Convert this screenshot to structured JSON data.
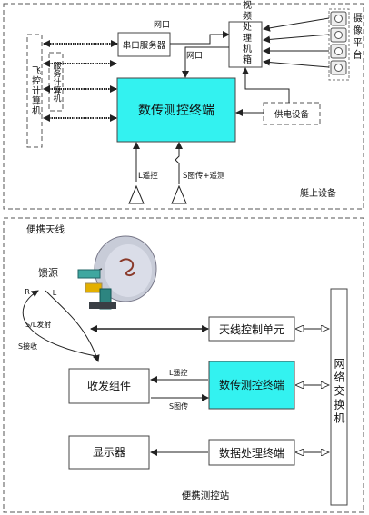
{
  "top_section": {
    "label": "艇上设备",
    "serial_server": "串口服务器",
    "flight_computer": "飞控计算机",
    "mission_computer": "服务计算机",
    "video_box": "视频处理机箱",
    "camera_platform": "摄像平台",
    "main_terminal": "数传测控终端",
    "power_supply": "供电设备",
    "net_port_1": "网口",
    "net_port_2": "网口",
    "l_control": "L遥控",
    "s_link": "S图传+遥测"
  },
  "bottom_section": {
    "portable_antenna": "便携天线",
    "feed": "馈源",
    "pol_r": "R",
    "pol_l": "L",
    "sl_tx": "S/L发射",
    "s_rx": "S接收",
    "antenna_ctrl": "天线控制单元",
    "transceiver": "收发组件",
    "terminal": "数传测控终端",
    "l_ctrl": "L遥控",
    "s_img": "S图传",
    "network_switch": "网络交换机",
    "display": "显示器",
    "data_proc": "数据处理终端",
    "station_label": "便携测控站"
  },
  "colors": {
    "terminal_fill": "#33f2f0",
    "border": "#444444",
    "dash": "#555555"
  }
}
